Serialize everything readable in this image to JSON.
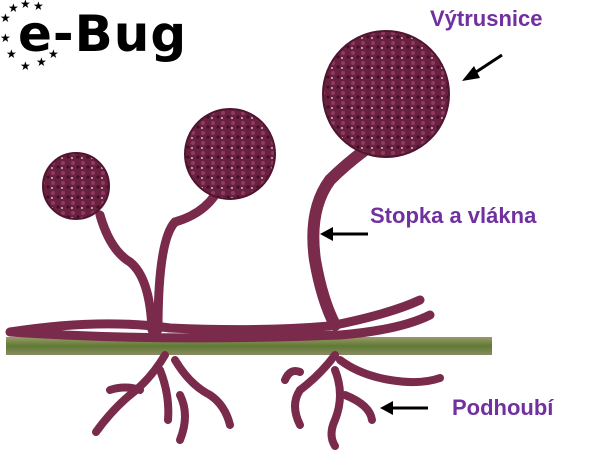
{
  "logo": {
    "text": "e-Bug"
  },
  "labels": {
    "sporangium": "Výtrusnice",
    "stalk": "Stopka a vlákna",
    "mycelium": "Podhoubí"
  },
  "colors": {
    "label": "#7030a0",
    "fungus": "#7a2a4a",
    "fungus_dark": "#4f1530",
    "ground": "#6f7a3a",
    "arrow": "#000000",
    "star": "#000000"
  }
}
